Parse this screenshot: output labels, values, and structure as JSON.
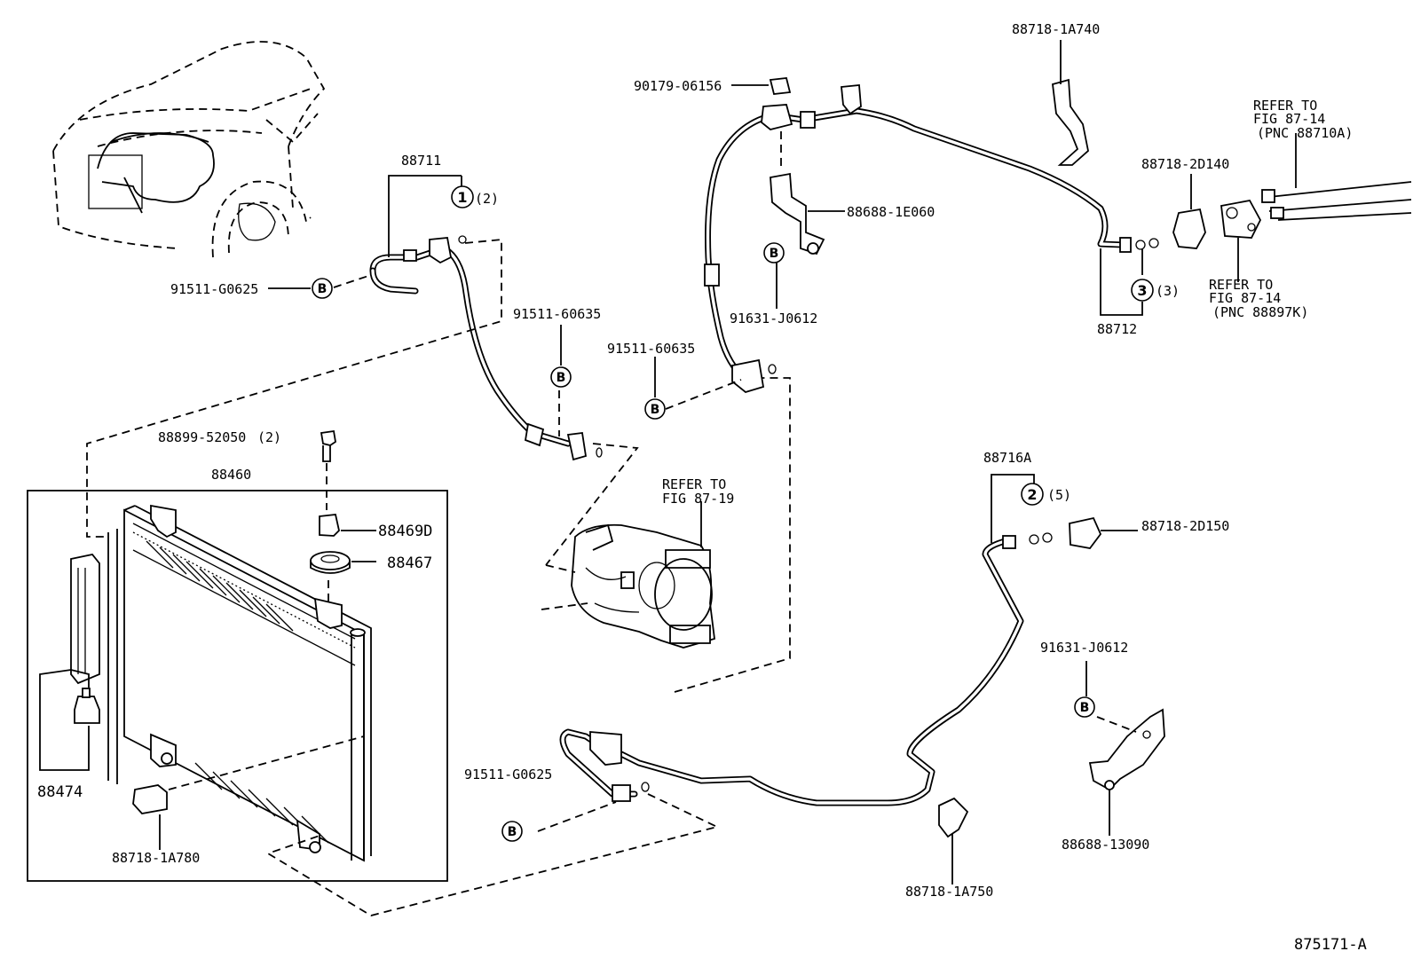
{
  "labels": {
    "p_88718_1A740": "88718-1A740",
    "p_90179_06156": "90179-06156",
    "p_88711": "88711",
    "p_88688_1E060": "88688-1E060",
    "p_88718_2D140": "88718-2D140",
    "p_91511_G0625_top": "91511-G0625",
    "p_91511_60635_a": "91511-60635",
    "p_91631_J0612_top": "91631-J0612",
    "p_88712": "88712",
    "p_91511_60635_b": "91511-60635",
    "p_88899_52050": "88899-52050",
    "p_88460": "88460",
    "p_88469D": "88469D",
    "p_88467": "88467",
    "p_88716A": "88716A",
    "p_88718_2D150": "88718-2D150",
    "p_91631_J0612_bottom": "91631-J0612",
    "p_88474": "88474",
    "p_91511_G0625_bottom": "91511-G0625",
    "p_88718_1A780": "88718-1A780",
    "p_88688_13090": "88688-13090",
    "p_88718_1A750": "88718-1A750",
    "footer_code": "875171-A"
  },
  "qty": {
    "q_88711": "(2)",
    "q_88712": "(3)",
    "q_88716A": "(5)",
    "q_88899": "(2)"
  },
  "circle_numbers": {
    "n1": "1",
    "n2": "2",
    "n3": "3"
  },
  "bolt_badge": "B",
  "refer": {
    "r1": {
      "line1": "REFER TO",
      "line2": "FIG 87-14",
      "line3": "(PNC 88710A)"
    },
    "r2": {
      "line1": "REFER TO",
      "line2": "FIG 87-14",
      "line3": "(PNC 88897K)"
    },
    "r3": {
      "line1": "REFER TO",
      "line2": "FIG 87-19"
    }
  },
  "colors": {
    "ink": "#000000",
    "paper": "#ffffff"
  }
}
